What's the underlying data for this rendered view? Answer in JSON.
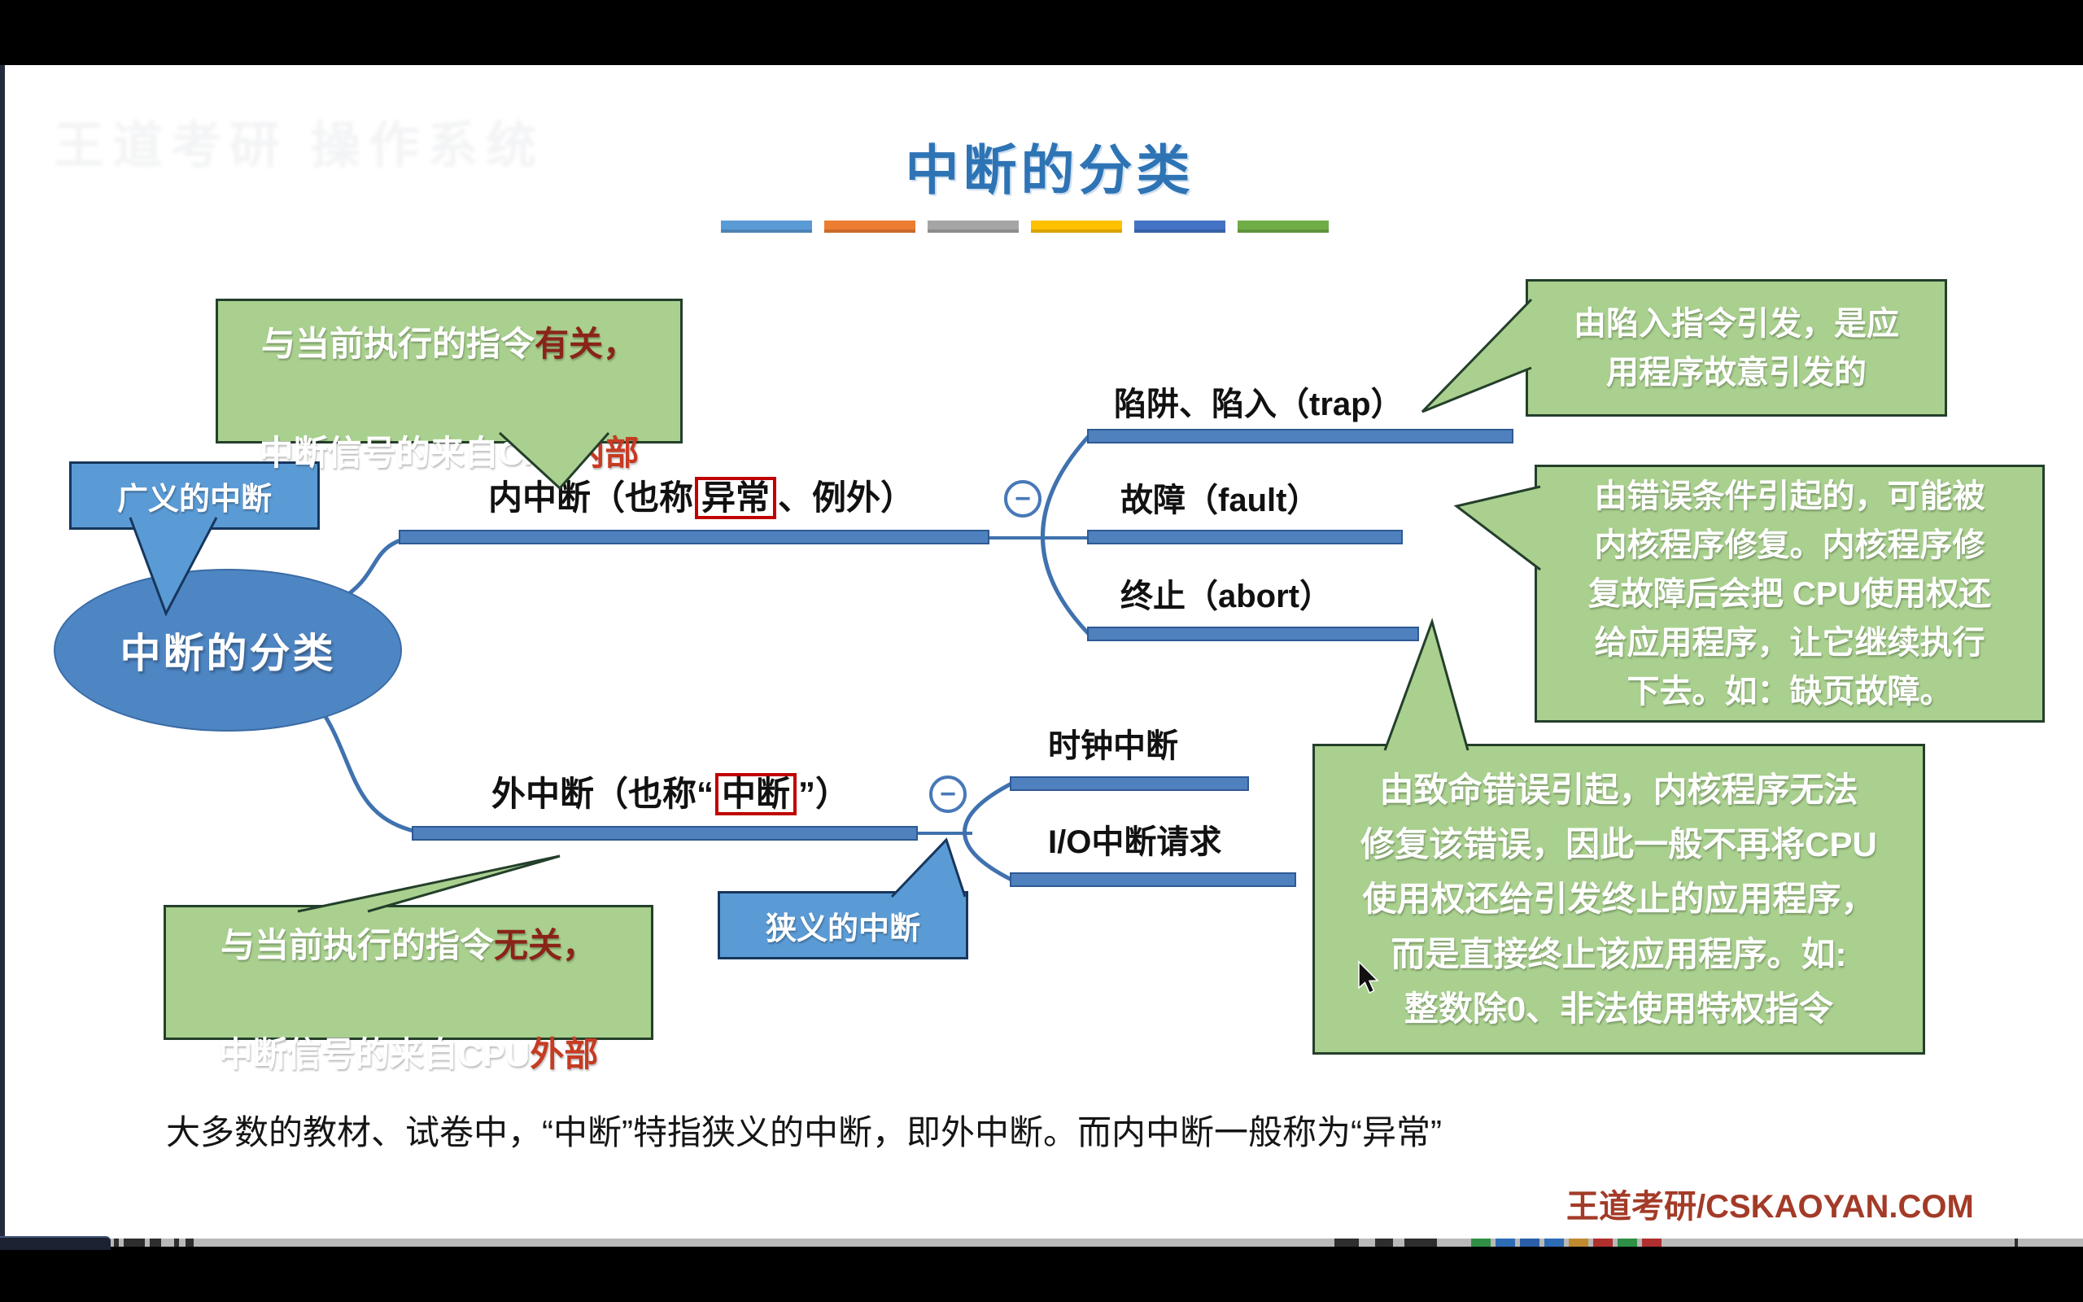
{
  "title": "中断的分类",
  "watermark": "王道考研 操作系统",
  "colors": {
    "title_blue": "#2E74B5",
    "node_fill": "#4E86C4",
    "bar_fill": "#4E81BD",
    "bar_border": "#2F5A94",
    "wire": "#3F72AE",
    "green_fill": "#A9D08E",
    "green_border": "#243F2B",
    "blue_box_fill": "#5B9BD5",
    "blue_box_border": "#17365D",
    "red_box": "#C00000",
    "dark_red_text": "#8A2418",
    "bright_red_text": "#C63B22",
    "brand_red": "#A33B28"
  },
  "deco_bar_colors": [
    "#5B9BD5",
    "#ED7D31",
    "#A5A5A5",
    "#FFC000",
    "#4472C4",
    "#70AD47"
  ],
  "taskbar_chip_colors": [
    "#2F8F46",
    "#2D6DB5",
    "#2A5FA8",
    "#2D6DB5",
    "#C08A2E",
    "#B03030",
    "#2F8F46",
    "#B03030"
  ],
  "nodes": {
    "root": "中断的分类",
    "root_tag": "广义的中断",
    "narrow_tag": "狭义的中断",
    "internal_pre": "内中断（也称",
    "internal_boxed": "异常",
    "internal_post": "、例外）",
    "external_pre": "外中断（也称“",
    "external_boxed": "中断",
    "external_post": "”）",
    "trap": "陷阱、陷入（trap）",
    "fault": "故障（fault）",
    "abort": "终止（abort）",
    "clock": "时钟中断",
    "io": "I/O中断请求",
    "collapse_glyph": "−"
  },
  "callouts": {
    "top_left": {
      "l1a": "与当前执行的指令",
      "l1b": "有关，",
      "l2a": "中断信号的来自CPU",
      "l2b": "内部"
    },
    "bottom_left": {
      "l1a": "与当前执行的指令",
      "l1b": "无关，",
      "l2a": "中断信号的来自CPU",
      "l2b": "外部"
    },
    "trap": "由陷入指令引发，是应\n用程序故意引发的",
    "fault": "由错误条件引起的，可能被\n内核程序修复。内核程序修\n复故障后会把 CPU使用权还\n给应用程序，让它继续执行\n下去。如：缺页故障。",
    "abort": "由致命错误引起，内核程序无法\n修复该错误，因此一般不再将CPU\n使用权还给引发终止的应用程序，\n而是直接终止该应用程序。如:\n整数除0、非法使用特权指令"
  },
  "footer": {
    "note": "大多数的教材、试卷中，“中断”特指狭义的中断，即外中断。而内中断一般称为“异常”",
    "brand": "王道考研/CSKAOYAN.COM"
  }
}
